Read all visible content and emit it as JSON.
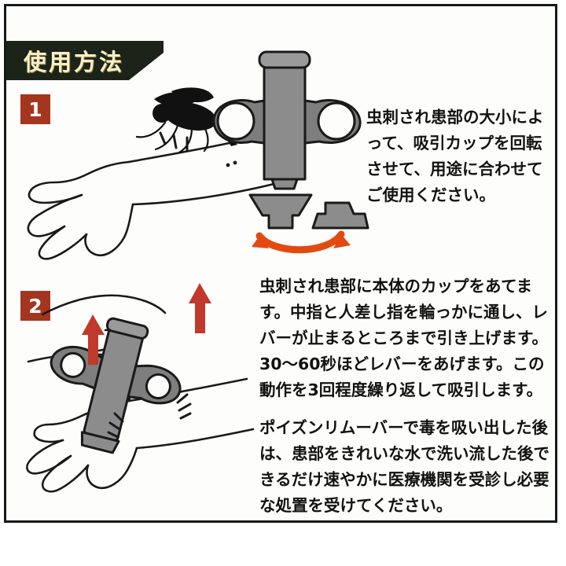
{
  "header": {
    "title": "使用方法"
  },
  "steps": [
    {
      "number": "1",
      "text": "虫刺され患部の大小によって、吸引カップを回転させて、用途に合わせてご使用ください。",
      "illustration": "insect-biting-hand",
      "device_illustration": "poison-remover-with-rotating-cups"
    },
    {
      "number": "2",
      "text": "虫刺され患部に本体のカップをあてます。中指と人差し指を輪っかに通し、レバーが止まるところまで引き上げます。30〜60秒ほどレバーをあげます。この動作を3回程度繰り返して吸引します。",
      "illustration": "hand-pulling-lever-on-arm"
    }
  ],
  "note": {
    "text": "ポイズンリムーバーで毒を吸い出した後は、患部をきれいな水で洗い流した後できるだけ速やかに医療機関を受診し必要な処置を受けてください。"
  },
  "icons": {
    "insect": "mosquito-icon",
    "rotate_arrow": "curved-double-arrow-icon",
    "lift_arrow_left": "up-arrow-icon",
    "lift_arrow_right": "up-arrow-icon"
  },
  "colors": {
    "banner_background": "#1c2419",
    "banner_text": "#f6efc9",
    "badge_background": "#a4361f",
    "badge_text": "#ffffff",
    "rotate_arrow": "#e24a10",
    "lift_arrow": "#c0392b",
    "device_body": "#8c8c8c",
    "outline": "#1a1a1a",
    "page_background": "#fdfdfb"
  }
}
